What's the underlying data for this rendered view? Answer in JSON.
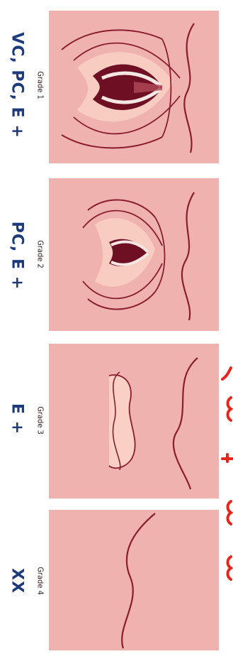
{
  "panels": [
    {
      "grade": "Grade 1",
      "structures": "VC, PC, E +"
    },
    {
      "grade": "Grade 2",
      "structures": "PC, E +"
    },
    {
      "grade": "Grade 3",
      "structures": "E +"
    },
    {
      "grade": "Grade 4",
      "structures": "XX"
    }
  ],
  "colors": {
    "panel_bg": "#f0b2ae",
    "mucosa_line": "#8a1d2e",
    "glottis_dark": "#6e0f24",
    "vocal_cord_white": "#f4e6e2",
    "fold_highlight": "#f9d0c3",
    "label_blue": "#1d3a7a",
    "annotation_red": "#e8241d"
  }
}
